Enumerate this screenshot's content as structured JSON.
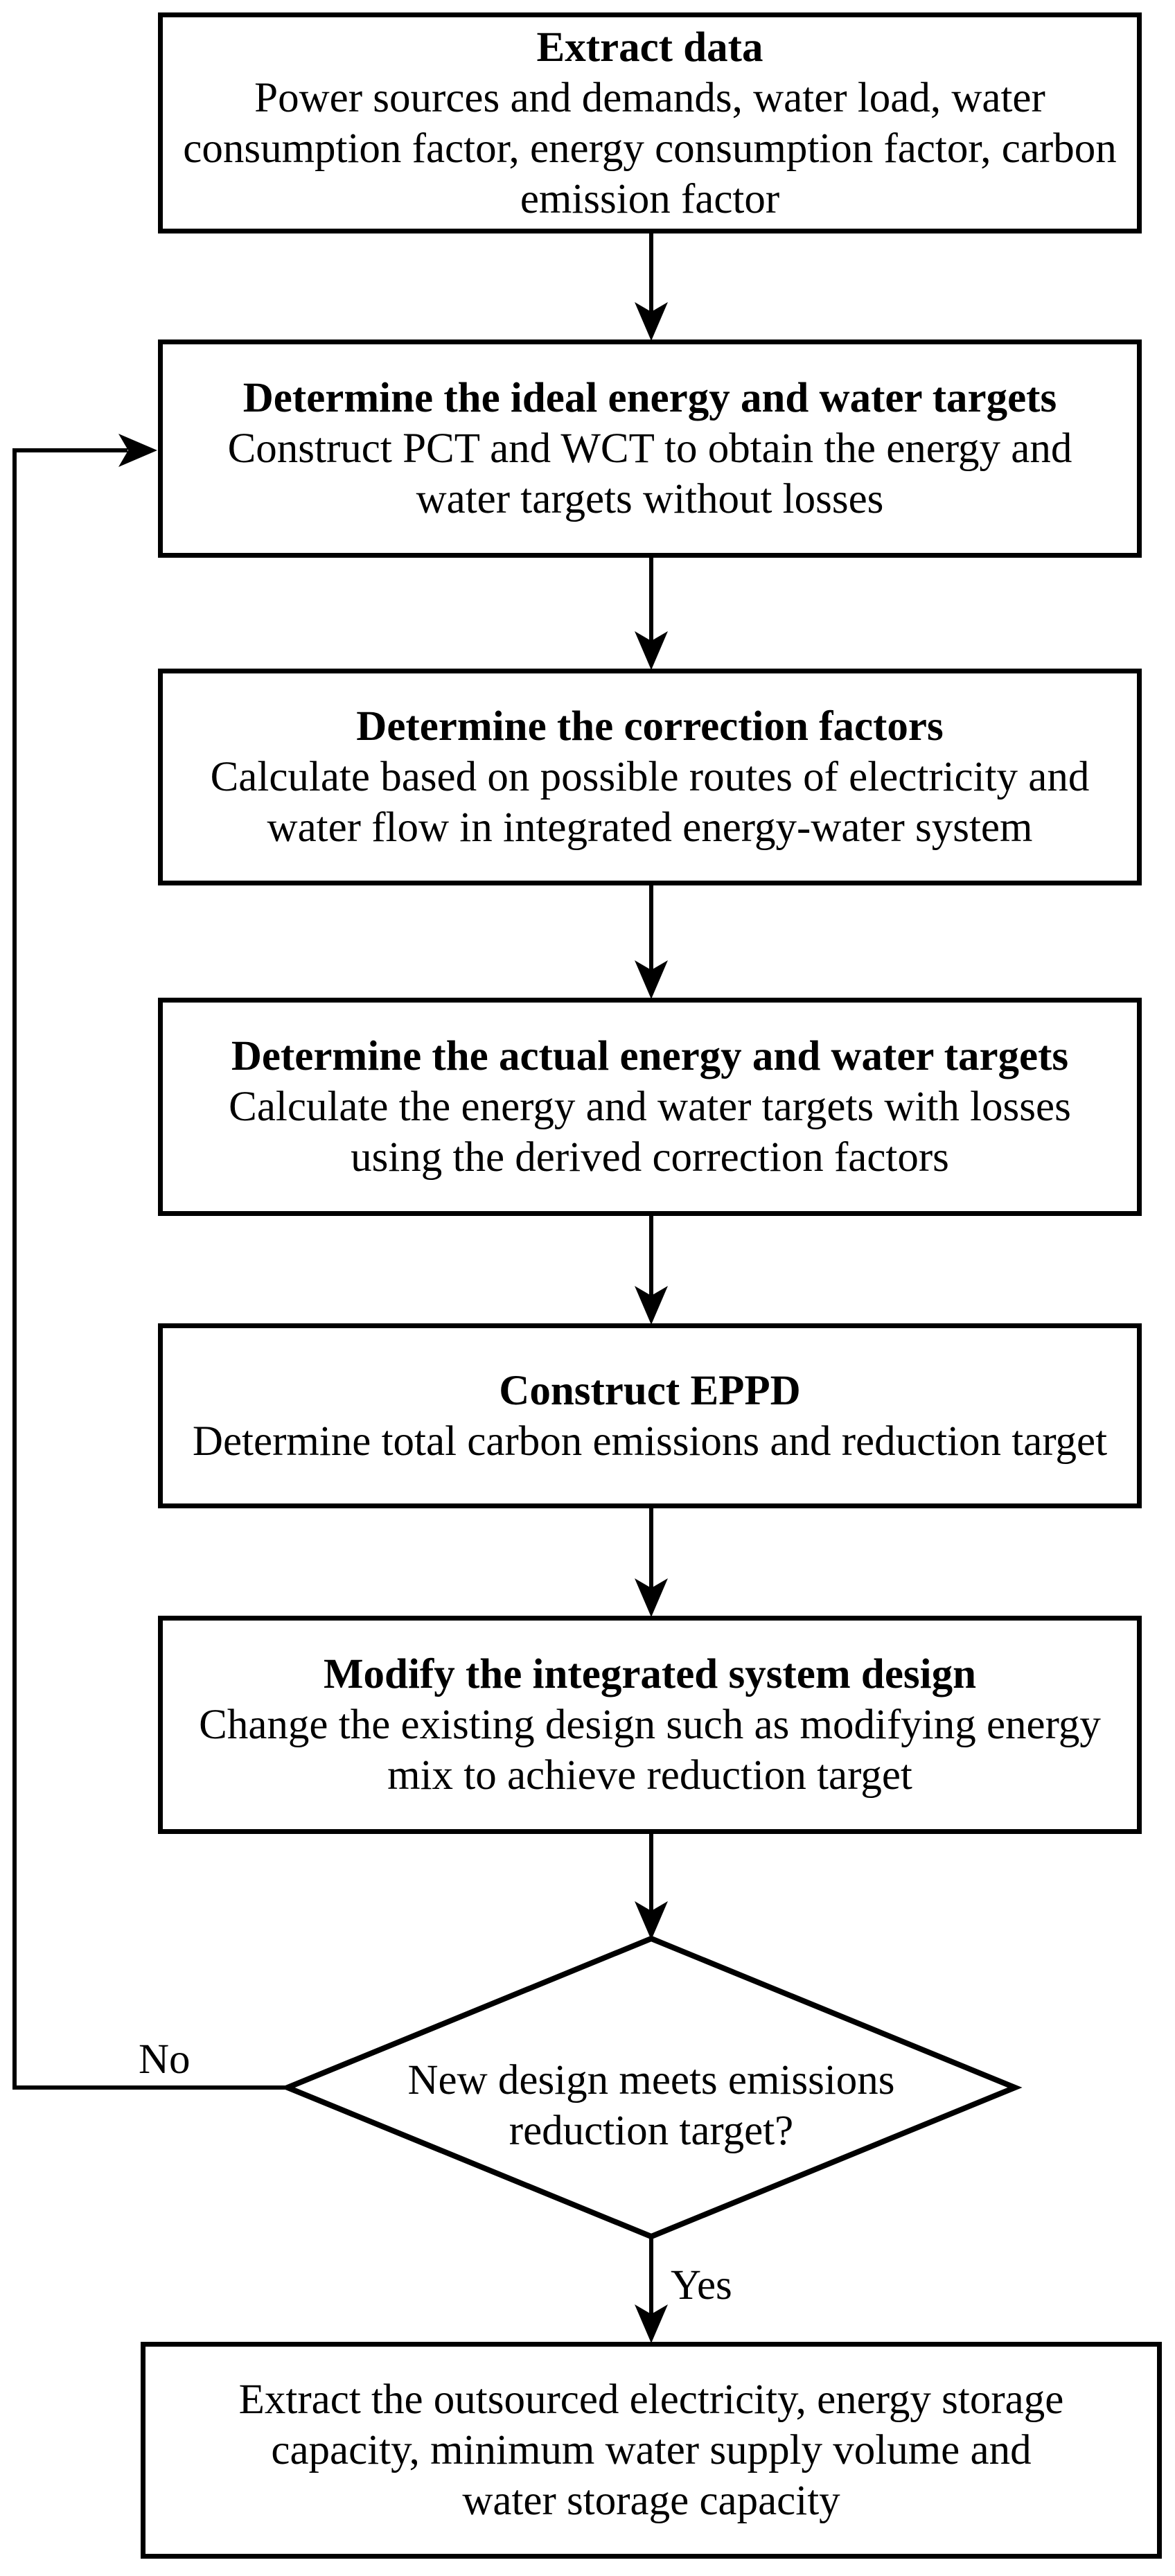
{
  "figure": {
    "type": "flowchart",
    "background_color": "#ffffff",
    "stroke_color": "#000000"
  },
  "boxes": [
    {
      "title": "Extract data",
      "lines": [
        "Power sources and demands, water load, water",
        "consumption factor, energy consumption factor, carbon",
        "emission factor"
      ]
    },
    {
      "title": "Determine the ideal energy and water targets",
      "lines": [
        "Construct PCT and WCT to obtain the energy and",
        "water targets without losses"
      ]
    },
    {
      "title": "Determine the correction factors",
      "lines": [
        "Calculate based on possible routes of electricity and",
        "water flow in integrated energy-water system"
      ]
    },
    {
      "title": "Determine the actual energy and water targets",
      "lines": [
        "Calculate the energy and water targets with losses",
        "using the derived correction factors"
      ]
    },
    {
      "title": "Construct EPPD",
      "lines": [
        "Determine total carbon emissions and reduction target"
      ]
    },
    {
      "title": "Modify the integrated system design",
      "lines": [
        "Change the existing design such as modifying energy",
        "mix to achieve reduction target"
      ]
    }
  ],
  "decision": {
    "lines": [
      "New design meets emissions",
      "reduction target?"
    ],
    "no_label": "No",
    "yes_label": "Yes"
  },
  "final_box": {
    "lines": [
      "Extract the outsourced electricity, energy storage",
      "capacity, minimum water supply volume and",
      "water storage capacity"
    ]
  }
}
